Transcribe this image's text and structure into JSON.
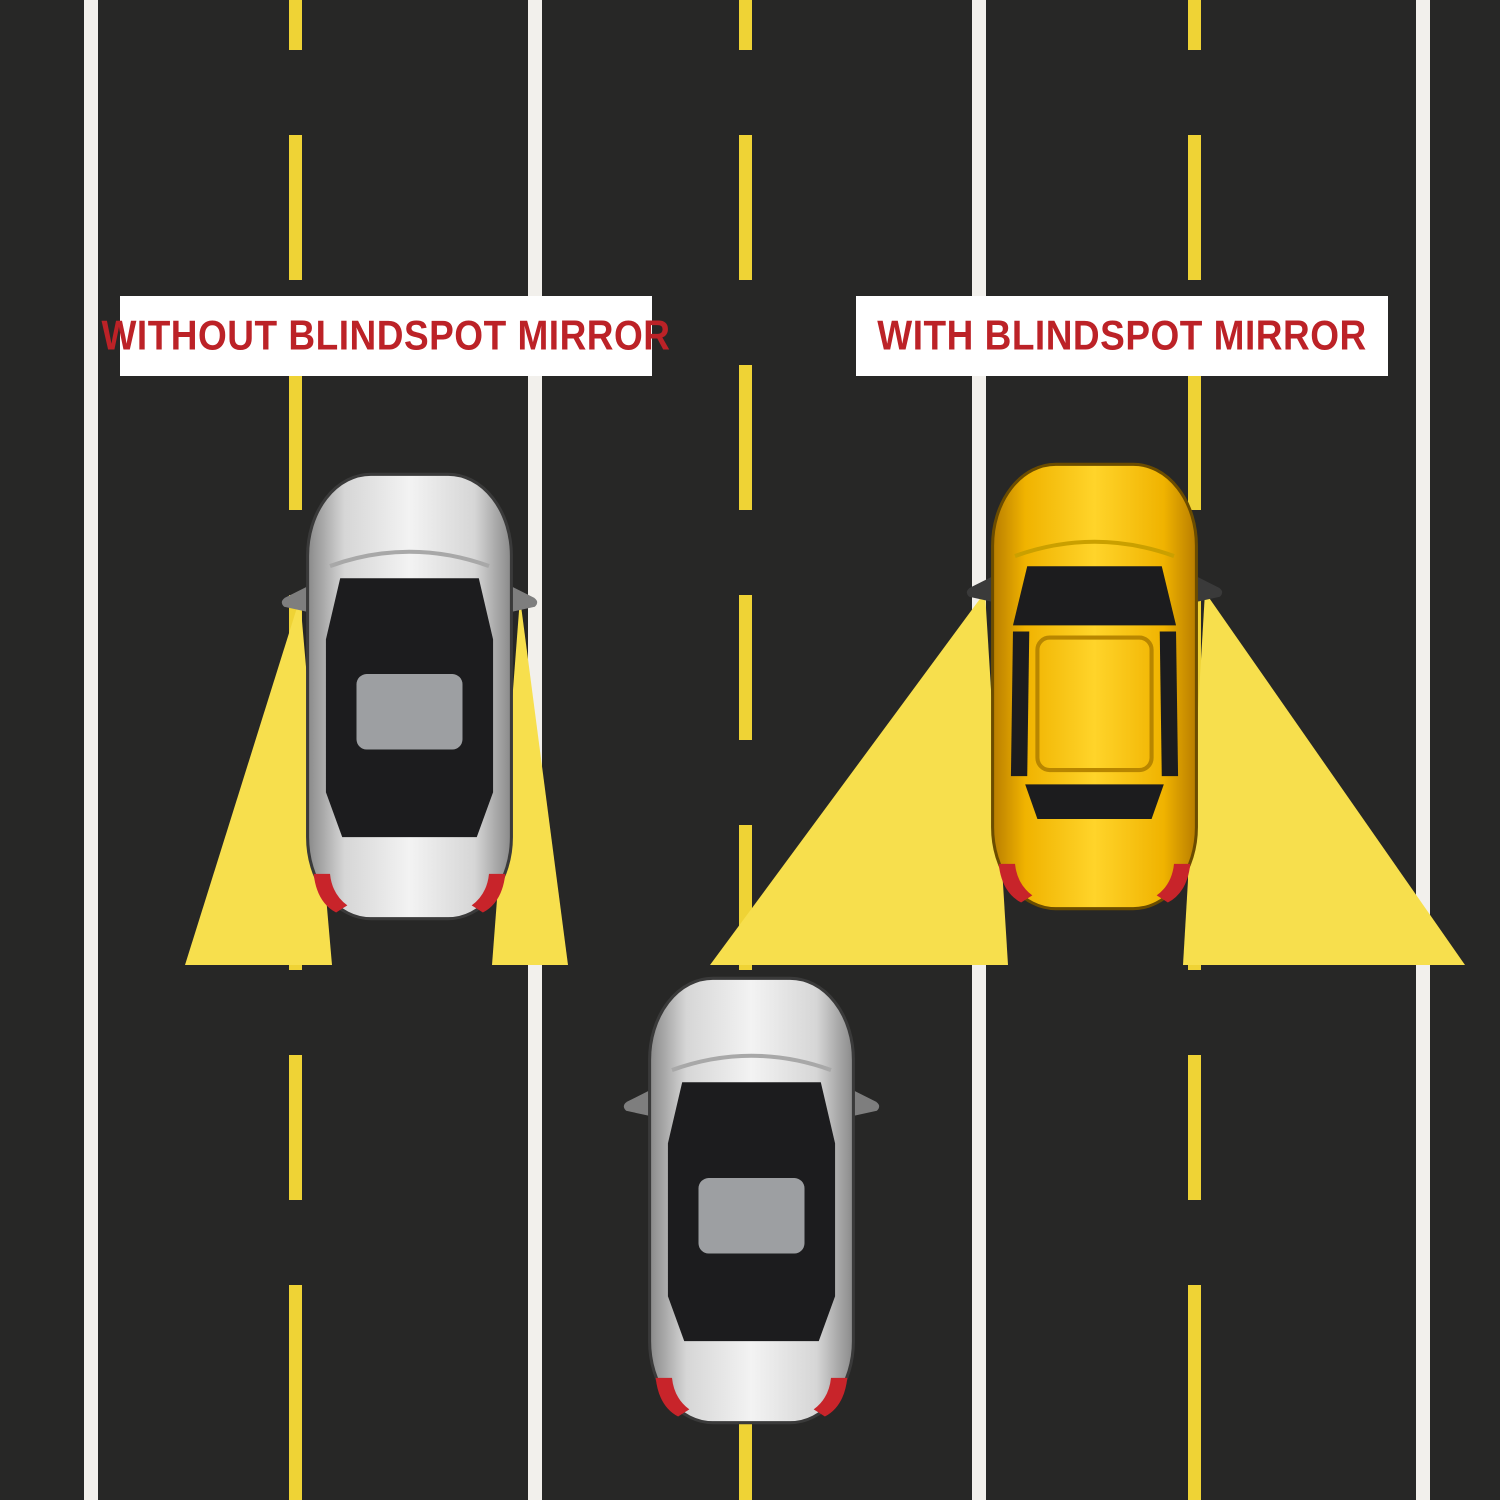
{
  "scene": {
    "left_panel_label": "WITHOUT BLINDSPOT MIRROR",
    "right_panel_label": "WITH BLINDSPOT MIRROR"
  },
  "colors": {
    "road_background": "#272726",
    "lane_line_white": "#f2f0ec",
    "lane_dash_yellow": "#efd335",
    "view_cone_yellow": "#f7df4d",
    "banner_background": "#ffffff",
    "banner_text_red": "#bc2227",
    "car_silver": "#d9d9d9",
    "car_yellow": "#ffd42a",
    "taillight_red": "#c8242a"
  },
  "elements": {
    "cars": [
      {
        "name": "silver-car-without-mirror",
        "position": "top-left lane",
        "body_color": "silver",
        "heading": "up"
      },
      {
        "name": "yellow-car-with-mirror",
        "position": "top-right lane",
        "body_color": "yellow",
        "heading": "up"
      },
      {
        "name": "silver-car-in-blindspot",
        "position": "bottom-center lane",
        "body_color": "silver",
        "heading": "up"
      }
    ],
    "view_cones": [
      {
        "name": "narrow-cone-left",
        "from": "silver car left mirror",
        "coverage": "narrow"
      },
      {
        "name": "narrow-cone-right",
        "from": "silver car right mirror",
        "coverage": "narrow"
      },
      {
        "name": "wide-cone-left",
        "from": "yellow car left mirror",
        "coverage": "wide"
      },
      {
        "name": "wide-cone-right",
        "from": "yellow car right mirror",
        "coverage": "wide"
      }
    ]
  }
}
